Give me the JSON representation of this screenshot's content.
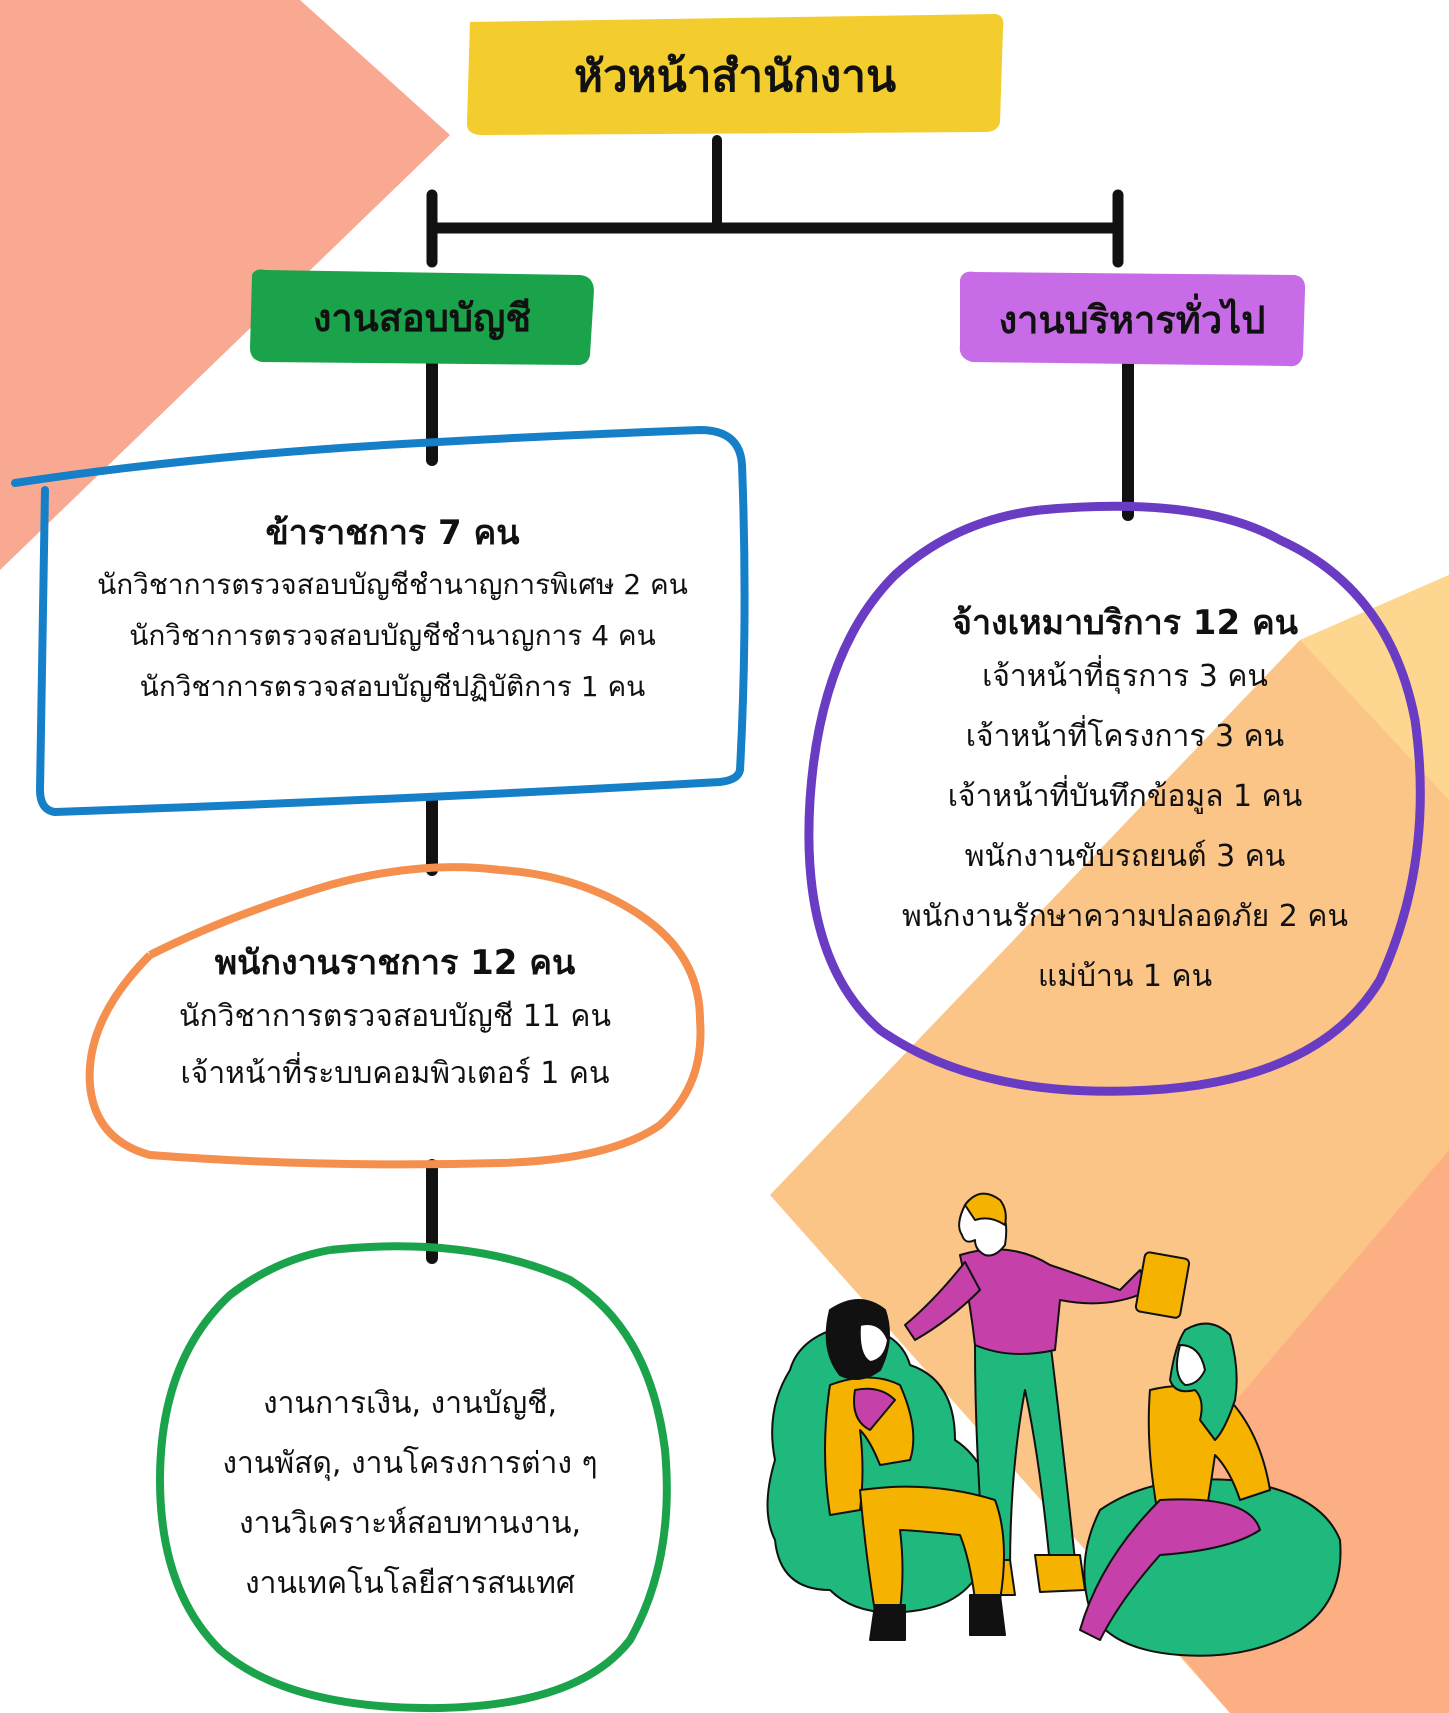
{
  "head": {
    "title": "หัวหน้าสำนักงาน",
    "color": "#F3CD2E"
  },
  "audit": {
    "title": "งานสอบบัญชี",
    "color": "#1AA34A",
    "civil": {
      "heading": "ข้าราชการ 7 คน",
      "lines": [
        "นักวิชาการตรวจสอบบัญชีชำนาญการพิเศษ 2 คน",
        "นักวิชาการตรวจสอบบัญชีชำนาญการ  4 คน",
        "นักวิชาการตรวจสอบบัญชีปฏิบัติการ 1 คน"
      ],
      "border_color": "#1580C8"
    },
    "staff": {
      "heading": "พนักงานราชการ 12 คน",
      "lines": [
        "นักวิชาการตรวจสอบบัญชี 11 คน",
        "เจ้าหน้าที่ระบบคอมพิวเตอร์ 1 คน"
      ],
      "border_color": "#F58F4E"
    },
    "tasks": {
      "lines": [
        "งานการเงิน, งานบัญชี,",
        "งานพัสดุ, งานโครงการต่าง ๆ",
        "งานวิเคราะห์สอบทานงาน,",
        "งานเทคโนโลยีสารสนเทศ"
      ],
      "border_color": "#1AA34A"
    }
  },
  "general": {
    "title": "งานบริหารทั่วไป",
    "color": "#C86BE6",
    "contract": {
      "heading": "จ้างเหมาบริการ 12 คน",
      "lines": [
        "เจ้าหน้าที่ธุรการ 3 คน",
        "เจ้าหน้าที่โครงการ 3 คน",
        "เจ้าหน้าที่บันทึกข้อมูล 1 คน",
        "พนักงานขับรถยนต์ 3 คน",
        "พนักงานรักษาความปลอดภัย 2 คน",
        "แม่บ้าน 1 คน"
      ],
      "border_color": "#6A3CC4"
    }
  },
  "decor": {
    "left_shape": "#F9A992",
    "right_shape": "#FCC588",
    "chair": "#1FB97E"
  }
}
